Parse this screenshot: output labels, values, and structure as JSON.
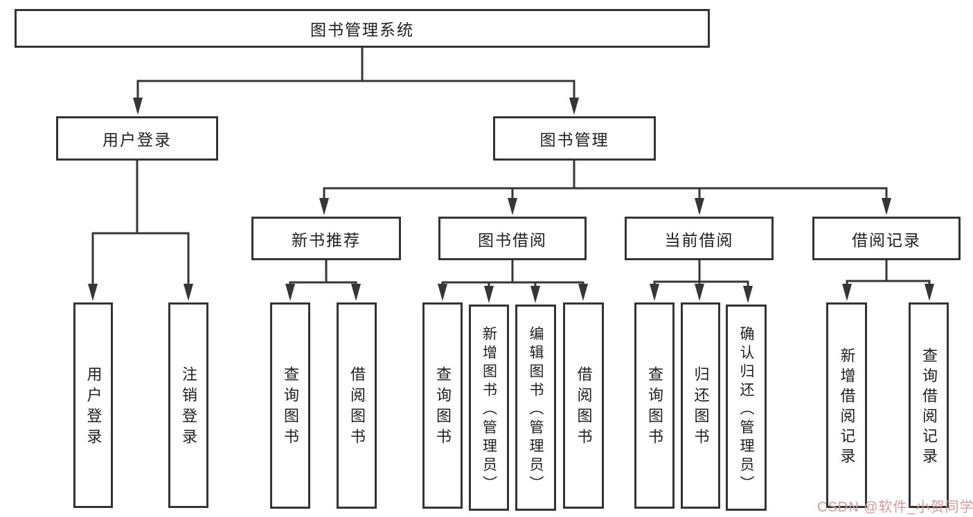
{
  "diagram": {
    "root": {
      "label": "图书管理系统"
    },
    "level1": [
      {
        "label": "用户登录"
      },
      {
        "label": "图书管理"
      }
    ],
    "level2": [
      {
        "label": "新书推荐"
      },
      {
        "label": "图书借阅"
      },
      {
        "label": "当前借阅"
      },
      {
        "label": "借阅记录"
      }
    ],
    "leaves": {
      "user": [
        "用户登录",
        "注销登录"
      ],
      "newbook": [
        "查询图书",
        "借阅图书"
      ],
      "borrow": [
        "查询图书",
        "新增图书（管理员）",
        "编辑图书（管理员）",
        "借阅图书"
      ],
      "current": [
        "查询图书",
        "归还图书",
        "确认归还（管理员）"
      ],
      "records": [
        "新增借阅记录",
        "查询借阅记录"
      ]
    }
  },
  "watermark": {
    "text": "CSDN @软件_小贺同学",
    "color": "#d69a9a"
  },
  "colors": {
    "line": "#363636",
    "box_border": "#343434",
    "text": "#1e1e1e",
    "background": "#ffffff"
  }
}
